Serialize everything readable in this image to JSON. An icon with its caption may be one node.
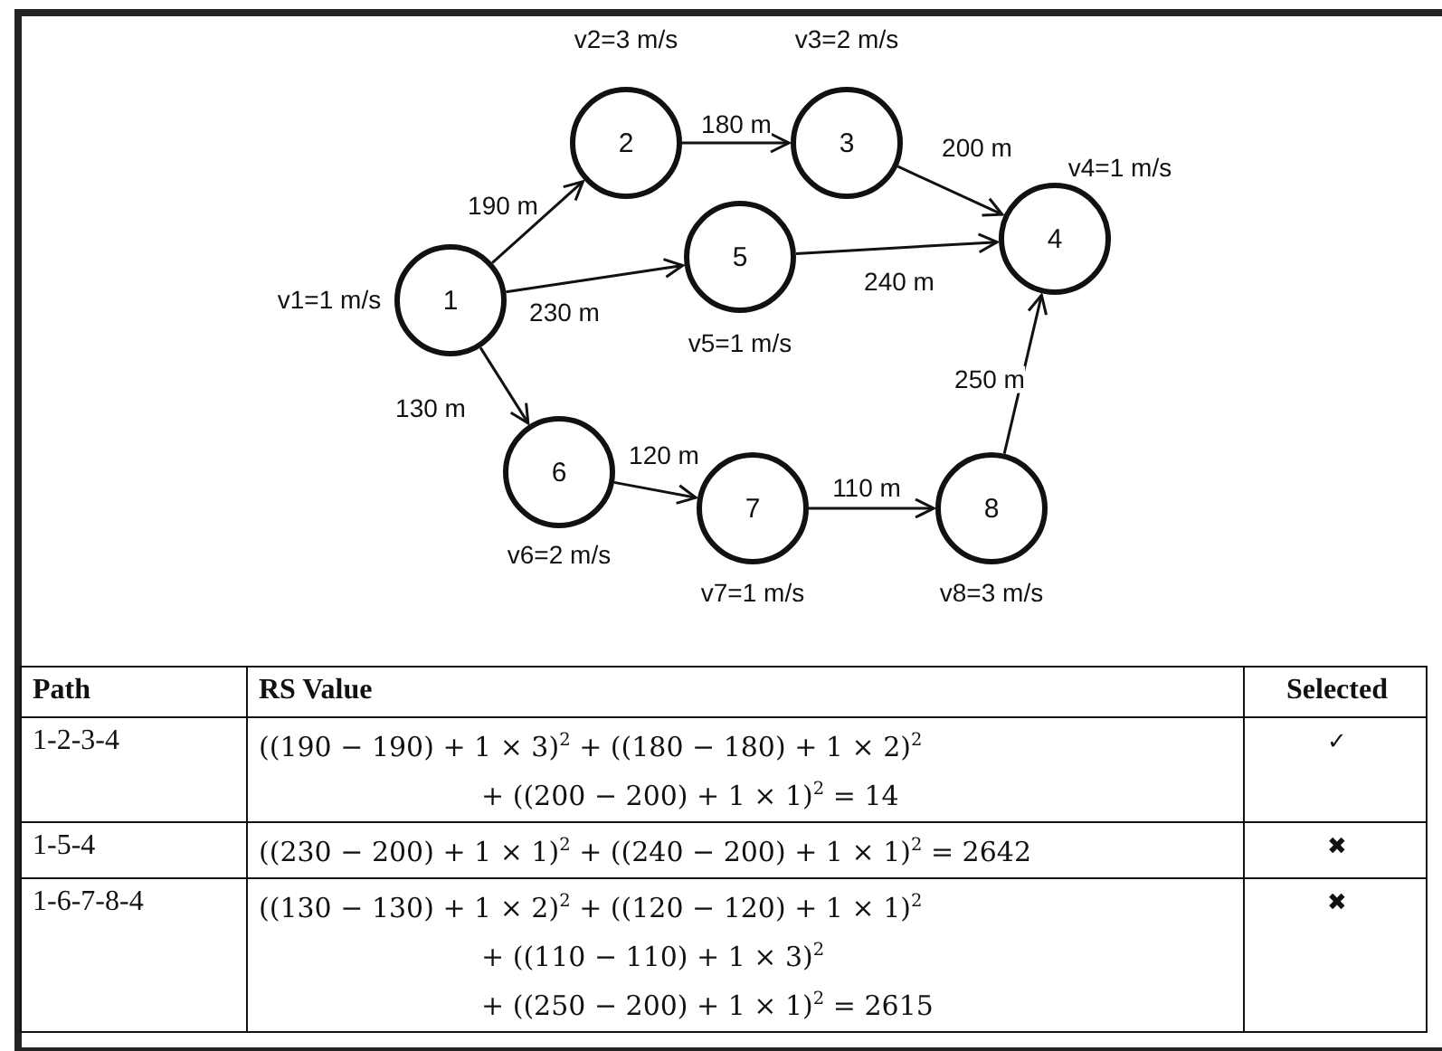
{
  "diagram": {
    "nodes": [
      {
        "text": [
          "1"
        ],
        "beside": [
          "v1=1 m/s"
        ]
      },
      {
        "text": [
          "2"
        ],
        "beside": [
          "v2=3 m/s"
        ]
      },
      {
        "text": [
          "3"
        ],
        "beside": [
          "v3=2 m/s"
        ]
      },
      {
        "text": [
          "4"
        ],
        "beside": [
          "v4=1 m/s"
        ]
      },
      {
        "text": [
          "5"
        ],
        "beside": [
          "v5=1 m/s"
        ]
      },
      {
        "text": [
          "6"
        ],
        "beside": [
          "v6=2 m/s"
        ]
      },
      {
        "text": [
          "7"
        ],
        "beside": [
          "v7=1 m/s"
        ]
      },
      {
        "text": [
          "8"
        ],
        "beside": [
          "v8=3 m/s"
        ]
      }
    ],
    "edges": [
      {
        "from": 0,
        "to": 1,
        "arrow": "to",
        "label": "190 m"
      },
      {
        "from": 1,
        "to": 2,
        "arrow": "to",
        "label": "180 m"
      },
      {
        "from": 2,
        "to": 3,
        "arrow": "to",
        "label": "200 m"
      },
      {
        "from": 0,
        "to": 4,
        "arrow": "to",
        "label": "230 m"
      },
      {
        "from": 4,
        "to": 3,
        "arrow": "to",
        "label": "240 m"
      },
      {
        "from": 0,
        "to": 5,
        "arrow": "to",
        "label": "130 m"
      },
      {
        "from": 5,
        "to": 6,
        "arrow": "to",
        "label": "120 m"
      },
      {
        "from": 6,
        "to": 7,
        "arrow": "to",
        "label": "110 m"
      },
      {
        "from": 7,
        "to": 3,
        "arrow": "to",
        "label": "250 m"
      }
    ],
    "labels": [
      "Path",
      "RS Value",
      "Selected",
      "1-2-3-4",
      "((190 − 190) + 1 × 3)$^{2}$ + ((180 − 180) + 1 × 2)$^{2}$",
      "+ ((200 − 200) + 1 × 1)$^{2}$ = 14",
      "✓",
      "1-5-4",
      "((230 − 200) + 1 × 1)$^{2}$ + ((240 − 200) + 1 × 1)$^{2}$ = 2642",
      "✖",
      "1-6-7-8-4",
      "((130 − 130) + 1 × 2)$^{2}$ + ((120 − 120) + 1 × 1)$^{2}$",
      "+ ((110 − 110) + 1 × 3)$^{2}$",
      "+ ((250 − 200) + 1 × 1)$^{2}$ = 2615",
      "✖"
    ]
  }
}
